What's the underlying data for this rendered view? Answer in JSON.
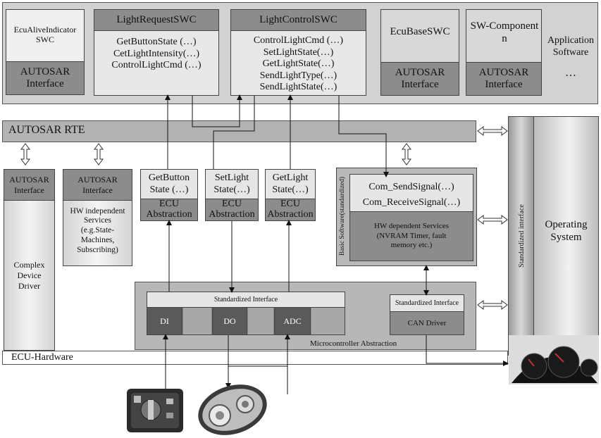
{
  "application_software": {
    "label": "Application Software",
    "ellipsis": "…",
    "ecu_alive": {
      "title": "EcuAliveIndicator SWC",
      "interface": "AUTOSAR Interface"
    },
    "light_request": {
      "title": "LightRequestSWC",
      "functions": [
        "GetButtonState (…)",
        "CetLightIntensity(…)",
        "ControlLightCmd (…)"
      ]
    },
    "light_control": {
      "title": "LightControlSWC",
      "functions": [
        "ControlLightCmd (…)",
        "SetLightState(…)",
        "GetLightState(…)",
        "SendLightType(…)",
        "SendLightState(…)"
      ]
    },
    "ecu_base": {
      "title": "EcuBaseSWC",
      "interface": "AUTOSAR Interface"
    },
    "sw_component": {
      "title": "SW-Component n",
      "interface": "AUTOSAR Interface"
    }
  },
  "rte": {
    "label": "AUTOSAR RTE"
  },
  "complex_driver": {
    "interface": "AUTOSAR Interface",
    "label": "Complex Device Driver"
  },
  "hw_independent": {
    "interface": "AUTOSAR Interface",
    "label": "HW independent Services (e.g.State-Machines, Subscribing)"
  },
  "ecu_abstraction": [
    {
      "title": "GetButton State (…)",
      "label": "ECU Abstraction"
    },
    {
      "title": "SetLight State(…)",
      "label": "ECU Abstraction"
    },
    {
      "title": "GetLight State(…)",
      "label": "ECU Abstraction"
    }
  ],
  "basic_software": {
    "vertical_label": "Basic Software(standardized)",
    "com_send": "Com_SendSignal(…)",
    "com_receive": "Com_ReceiveSignal(…)",
    "hw_dependent": "HW dependent Services (NVRAM Timer, fault memory etc.)"
  },
  "standardized_interface_vertical": "Standardized interface",
  "operating_system": "Operating System",
  "microcontroller": {
    "label": "Microcontroller Abstraction",
    "std_interface": "Standardized Interface",
    "di": "DI",
    "do": "DO",
    "adc": "ADC",
    "can_std_interface": "Standardized Interface",
    "can_driver": "CAN Driver"
  },
  "ecu_hardware": "ECU-Hardware"
}
